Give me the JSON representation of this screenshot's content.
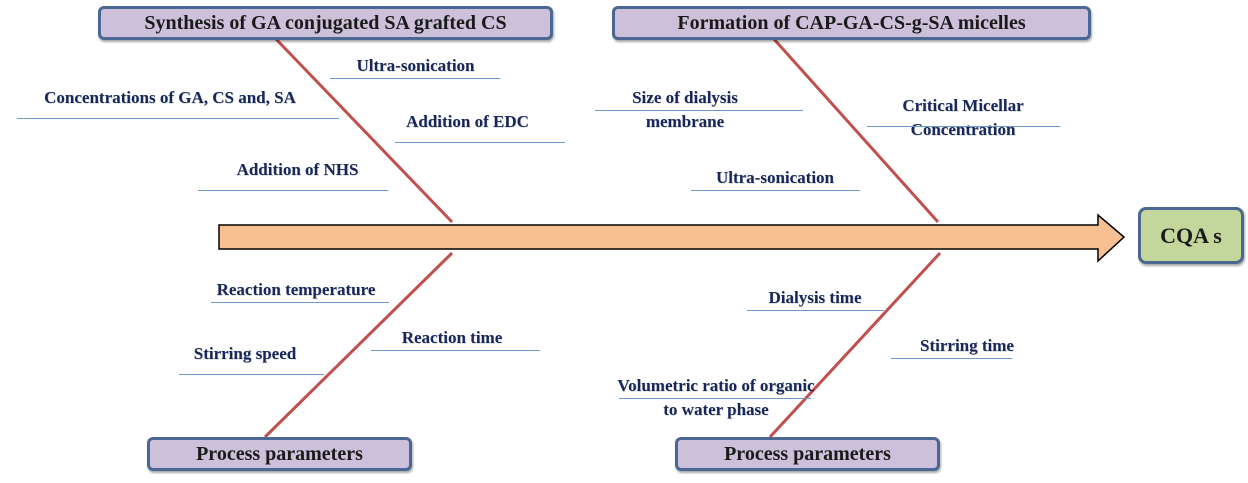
{
  "diagram": {
    "type": "fishbone",
    "colors": {
      "category_box_fill": "#ccc0da",
      "category_box_border": "#4a6891",
      "outcome_box_fill": "#c3d69b",
      "spine_fill": "#f8c090",
      "bone_color": "#c0504d",
      "cause_text": "#17275c",
      "underline": "#6f98c9"
    },
    "outcome": {
      "label": "CQA s"
    },
    "categories": [
      {
        "label": "Synthesis of GA conjugated SA grafted CS",
        "causes": [
          "Ultra-sonication",
          "Concentrations of GA, CS and, SA",
          "Addition of EDC",
          "Addition of NHS"
        ]
      },
      {
        "label": "Formation of CAP-GA-CS-g-SA micelles",
        "causes": [
          "Size of dialysis\nmembrane",
          "Critical Micellar\nConcentration",
          "Ultra-sonication"
        ]
      },
      {
        "label": "Process parameters",
        "causes": [
          "Reaction temperature",
          "Reaction time",
          "Stirring speed"
        ]
      },
      {
        "label": "Process parameters",
        "causes": [
          "Dialysis time",
          "Stirring time",
          "Volumetric ratio of organic\nto water phase"
        ]
      }
    ]
  }
}
